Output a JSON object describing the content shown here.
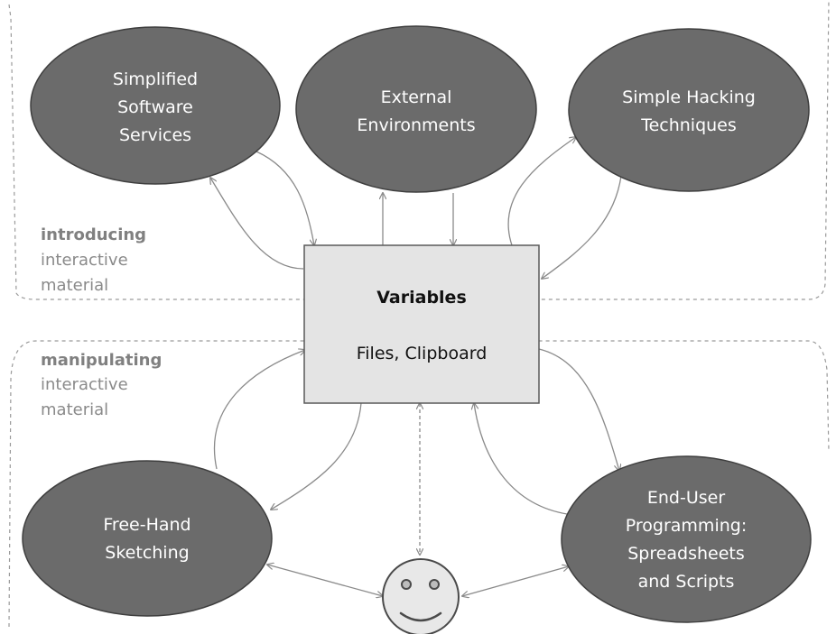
{
  "nodes": {
    "simplified_software_services": [
      "Simplified",
      "Software",
      "Services"
    ],
    "external_environments": [
      "External",
      "Environments"
    ],
    "simple_hacking_techniques": [
      "Simple Hacking",
      "Techniques"
    ],
    "free_hand_sketching": [
      "Free-Hand",
      "Sketching"
    ],
    "end_user_programming": [
      "End-User",
      "Programming:",
      "Spreadsheets",
      "and Scripts"
    ]
  },
  "center_box": {
    "title": "Variables",
    "subtitle": "Files, Clipboard"
  },
  "regions": {
    "introducing": {
      "bold": "introducing",
      "line2": "interactive",
      "line3": "material"
    },
    "manipulating": {
      "bold": "manipulating",
      "line2": "interactive",
      "line3": "material"
    }
  },
  "user": {
    "icon": "smiley-face-icon"
  },
  "colors": {
    "ellipse_fill": "#6b6b6b",
    "box_fill": "#e4e4e4",
    "arrow": "#8a8a8a",
    "region_text": "#8a8a8a"
  }
}
